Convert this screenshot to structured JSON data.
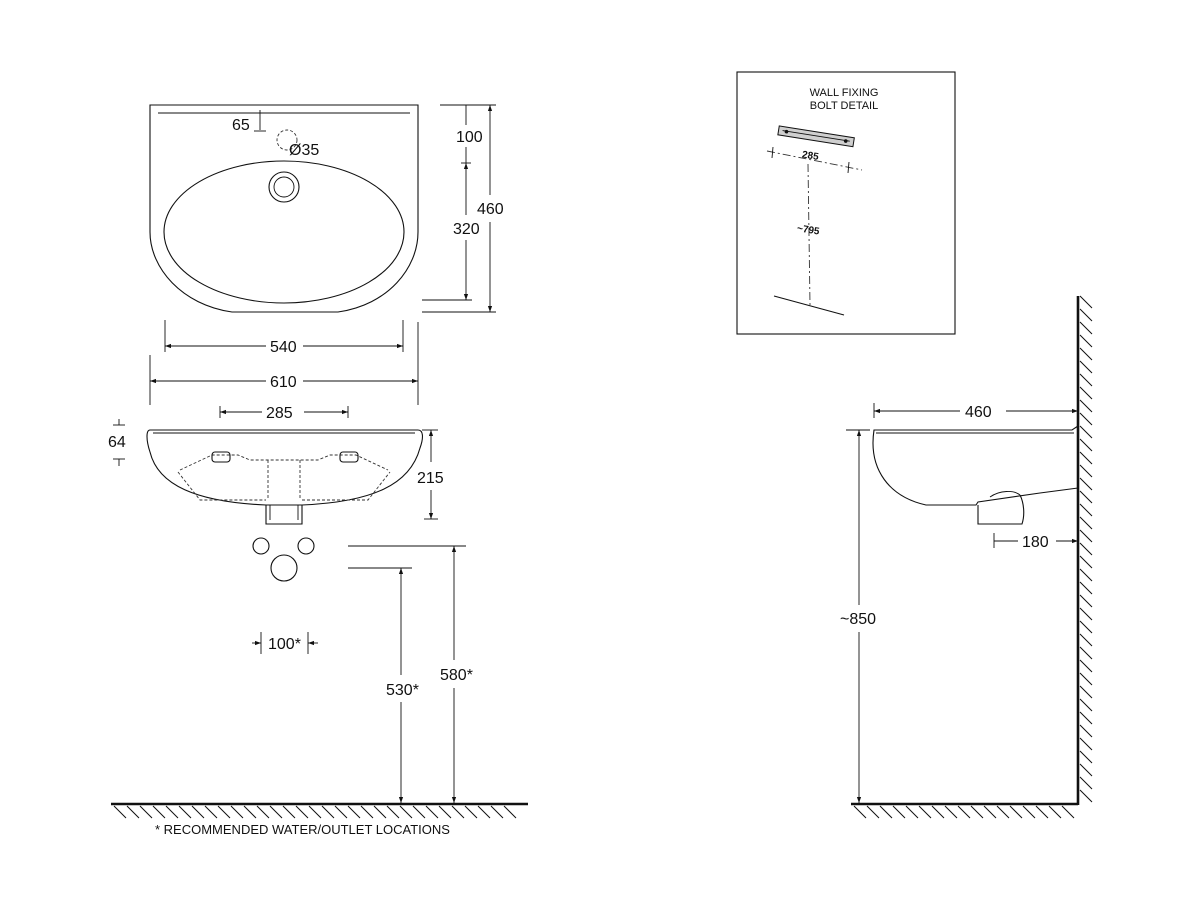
{
  "top_view": {
    "dim_overflow_offset": "65",
    "dim_tap_hole": "Ø35",
    "dim_back_to_tap": "100",
    "dim_bowl_depth": "320",
    "dim_total_depth": "460",
    "dim_bowl_width": "540",
    "dim_total_width": "610"
  },
  "front_view": {
    "dim_bolt_spacing": "285",
    "dim_rim_height": "64",
    "dim_basin_height": "215",
    "dim_outlet_spacing": "100*",
    "dim_outlet_height_1": "530*",
    "dim_outlet_height_2": "580*"
  },
  "footnote": "* RECOMMENDED WATER/OUTLET LOCATIONS",
  "bolt_detail": {
    "title_line1": "WALL FIXING",
    "title_line2": "BOLT DETAIL",
    "dim_bolt_width": "285",
    "dim_bolt_height": "~795"
  },
  "side_view": {
    "dim_projection": "460",
    "dim_waste_offset": "180",
    "dim_rim_height": "~850"
  }
}
